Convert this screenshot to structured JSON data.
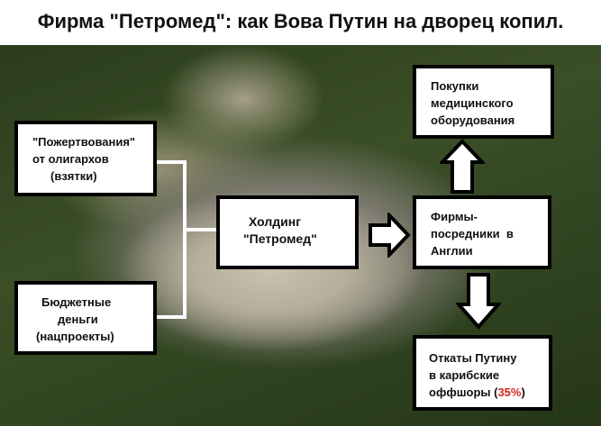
{
  "title": "Фирма \"Петромед\": как Вова Путин на дворец копил.",
  "boxes": {
    "donations": [
      "\"Пожертвования\"",
      "от олигархов",
      "(взятки)"
    ],
    "budget": [
      "Бюджетные",
      "деньги",
      "(нацпроекты)"
    ],
    "holding": [
      "Холдинг",
      "\"Петромед\""
    ],
    "purchases": [
      "Покупки",
      "медицинского",
      "оборудования"
    ],
    "intermediaries": [
      "Фирмы-",
      "посредники  в",
      "Англии"
    ],
    "kickbacks": [
      "Откаты Путину",
      "в карибские",
      "оффшоры ("
    ],
    "kickbacks_pct": "35%",
    "kickbacks_end": ")"
  },
  "colors": {
    "highlight": "#d9261c"
  }
}
